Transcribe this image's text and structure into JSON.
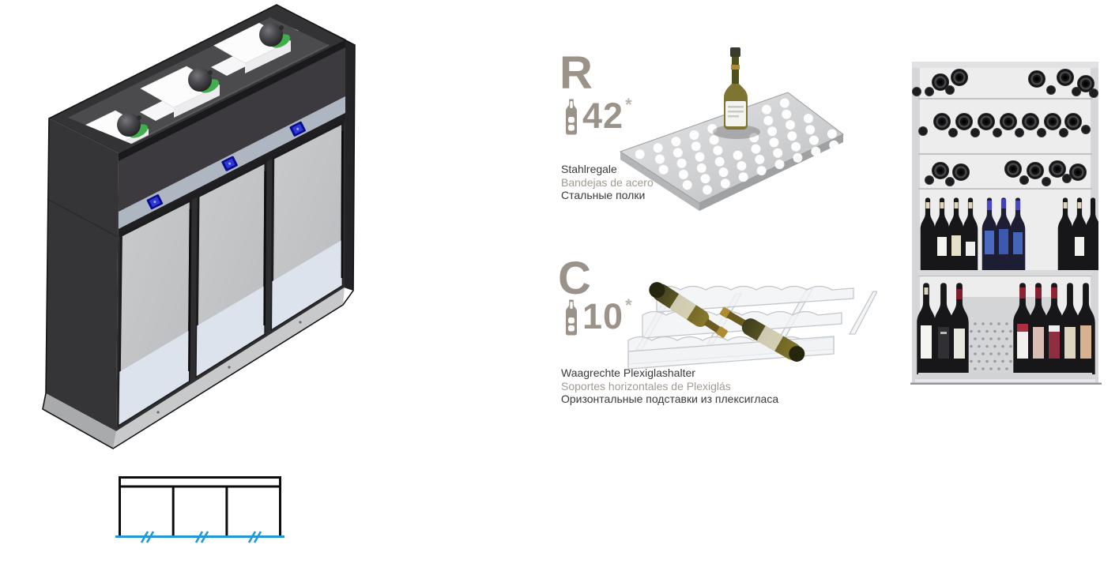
{
  "page": {
    "background": "#ffffff"
  },
  "colors": {
    "accent_taupe": "#9b9289",
    "asterisk_gray": "#bab3ab",
    "text_dark": "#39393b",
    "text_taupe": "#a29a91",
    "schematic_blue": "#2397d8",
    "cabinet_body": "#2e2e30",
    "cabinet_stripe": "#adb6c1",
    "display_blue": "#0a0c8e"
  },
  "cabinet": {
    "name": "three-door wine cabinet isometric render",
    "doors": 3,
    "displays": 3,
    "compressors": 3
  },
  "schematic": {
    "sections": 3,
    "break_mark": "//"
  },
  "options": [
    {
      "code": "R",
      "capacity": "42",
      "asterisk": "*",
      "names": {
        "de": "Stahlregale",
        "es": "Bandejas de acero",
        "ru": "Стальные полки"
      }
    },
    {
      "code": "C",
      "capacity": "10",
      "asterisk": "*",
      "names": {
        "de": "Waagrechte Plexiglashalter",
        "es": "Soportes horizontales de Plexiglás",
        "ru": "Оризонтальные подставки из плексигласа"
      }
    }
  ],
  "interior_photo": {
    "name": "wine cabinet interior with stored bottles"
  }
}
